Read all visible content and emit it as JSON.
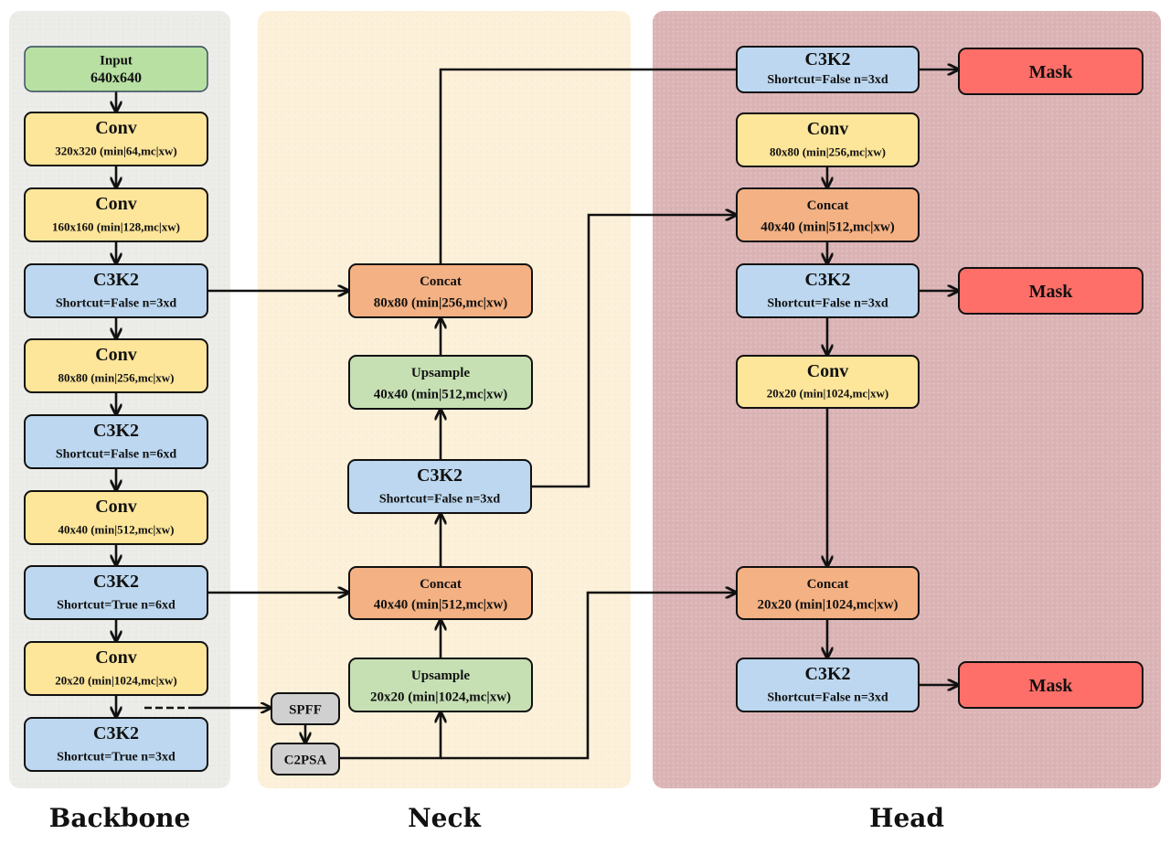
{
  "sections": {
    "backbone": "Backbone",
    "neck": "Neck",
    "head": "Head"
  },
  "colors": {
    "input": "#b7e0a2",
    "conv": "#fde59a",
    "c3k2": "#bcd7ef",
    "concat": "#f4b183",
    "upsample": "#c6e0b4",
    "gray": "#d0d0d0",
    "mask": "#ff6f69",
    "stroke": "#111111"
  },
  "nodes": [
    {
      "id": "bb-input",
      "type": "input",
      "title": "Input",
      "sub": "640x640"
    },
    {
      "id": "bb-conv1",
      "type": "conv",
      "title": "Conv",
      "sub": "320x320 (min|64,mc|xw)"
    },
    {
      "id": "bb-conv2",
      "type": "conv",
      "title": "Conv",
      "sub": "160x160 (min|128,mc|xw)"
    },
    {
      "id": "bb-c3k2-1",
      "type": "c3k2",
      "title": "C3K2",
      "sub": "Shortcut=False n=3xd"
    },
    {
      "id": "bb-conv3",
      "type": "conv",
      "title": "Conv",
      "sub": "80x80 (min|256,mc|xw)"
    },
    {
      "id": "bb-c3k2-2",
      "type": "c3k2",
      "title": "C3K2",
      "sub": "Shortcut=False n=6xd"
    },
    {
      "id": "bb-conv4",
      "type": "conv",
      "title": "Conv",
      "sub": "40x40 (min|512,mc|xw)"
    },
    {
      "id": "bb-c3k2-3",
      "type": "c3k2",
      "title": "C3K2",
      "sub": "Shortcut=True n=6xd"
    },
    {
      "id": "bb-conv5",
      "type": "conv",
      "title": "Conv",
      "sub": "20x20 (min|1024,mc|xw)"
    },
    {
      "id": "bb-c3k2-4",
      "type": "c3k2",
      "title": "C3K2",
      "sub": "Shortcut=True n=3xd"
    },
    {
      "id": "nk-spff",
      "type": "gray",
      "title": "SPFF",
      "sub": ""
    },
    {
      "id": "nk-c2psa",
      "type": "gray",
      "title": "C2PSA",
      "sub": ""
    },
    {
      "id": "nk-concat1",
      "type": "concat",
      "title": "Concat",
      "sub": "80x80 (min|256,mc|xw)"
    },
    {
      "id": "nk-upsample1",
      "type": "upsample",
      "title": "Upsample",
      "sub": "40x40 (min|512,mc|xw)"
    },
    {
      "id": "nk-c3k2",
      "type": "c3k2",
      "title": "C3K2",
      "sub": "Shortcut=False n=3xd"
    },
    {
      "id": "nk-concat2",
      "type": "concat",
      "title": "Concat",
      "sub": "40x40 (min|512,mc|xw)"
    },
    {
      "id": "nk-upsample2",
      "type": "upsample",
      "title": "Upsample",
      "sub": "20x20 (min|1024,mc|xw)"
    },
    {
      "id": "hd-c3k2-1",
      "type": "c3k2",
      "title": "C3K2",
      "sub": "Shortcut=False n=3xd"
    },
    {
      "id": "hd-conv1",
      "type": "conv",
      "title": "Conv",
      "sub": "80x80 (min|256,mc|xw)"
    },
    {
      "id": "hd-concat1",
      "type": "concat",
      "title": "Concat",
      "sub": "40x40 (min|512,mc|xw)"
    },
    {
      "id": "hd-c3k2-2",
      "type": "c3k2",
      "title": "C3K2",
      "sub": "Shortcut=False n=3xd"
    },
    {
      "id": "hd-conv2",
      "type": "conv",
      "title": "Conv",
      "sub": "20x20 (min|1024,mc|xw)"
    },
    {
      "id": "hd-concat2",
      "type": "concat",
      "title": "Concat",
      "sub": "20x20 (min|1024,mc|xw)"
    },
    {
      "id": "hd-c3k2-3",
      "type": "c3k2",
      "title": "C3K2",
      "sub": "Shortcut=False n=3xd"
    },
    {
      "id": "hd-mask1",
      "type": "mask",
      "title": "Mask",
      "sub": ""
    },
    {
      "id": "hd-mask2",
      "type": "mask",
      "title": "Mask",
      "sub": ""
    },
    {
      "id": "hd-mask3",
      "type": "mask",
      "title": "Mask",
      "sub": ""
    }
  ],
  "edges": [
    {
      "from": "bb-input",
      "to": "bb-conv1"
    },
    {
      "from": "bb-conv1",
      "to": "bb-conv2"
    },
    {
      "from": "bb-conv2",
      "to": "bb-c3k2-1"
    },
    {
      "from": "bb-c3k2-1",
      "to": "bb-conv3"
    },
    {
      "from": "bb-conv3",
      "to": "bb-c3k2-2"
    },
    {
      "from": "bb-c3k2-2",
      "to": "bb-conv4"
    },
    {
      "from": "bb-conv4",
      "to": "bb-c3k2-3"
    },
    {
      "from": "bb-c3k2-3",
      "to": "bb-conv5"
    },
    {
      "from": "bb-conv5",
      "to": "bb-c3k2-4"
    },
    {
      "from": "bb-conv5",
      "to": "nk-spff",
      "style": "dashed"
    },
    {
      "from": "nk-spff",
      "to": "nk-c2psa"
    },
    {
      "from": "nk-c2psa",
      "to": "nk-upsample2"
    },
    {
      "from": "nk-c2psa",
      "to": "hd-concat2"
    },
    {
      "from": "nk-upsample2",
      "to": "nk-concat2"
    },
    {
      "from": "bb-c3k2-3",
      "to": "nk-concat2"
    },
    {
      "from": "nk-concat2",
      "to": "nk-c3k2"
    },
    {
      "from": "nk-c3k2",
      "to": "nk-upsample1"
    },
    {
      "from": "nk-c3k2",
      "to": "hd-concat1"
    },
    {
      "from": "nk-upsample1",
      "to": "nk-concat1"
    },
    {
      "from": "bb-c3k2-1",
      "to": "nk-concat1"
    },
    {
      "from": "nk-concat1",
      "to": "hd-c3k2-1"
    },
    {
      "from": "hd-c3k2-1",
      "to": "hd-mask1"
    },
    {
      "from": "hd-conv1",
      "to": "hd-concat1"
    },
    {
      "from": "hd-concat1",
      "to": "hd-c3k2-2"
    },
    {
      "from": "hd-c3k2-2",
      "to": "hd-mask2"
    },
    {
      "from": "hd-c3k2-2",
      "to": "hd-conv2"
    },
    {
      "from": "hd-conv2",
      "to": "hd-concat2"
    },
    {
      "from": "hd-concat2",
      "to": "hd-c3k2-3"
    },
    {
      "from": "hd-c3k2-3",
      "to": "hd-mask3"
    }
  ]
}
